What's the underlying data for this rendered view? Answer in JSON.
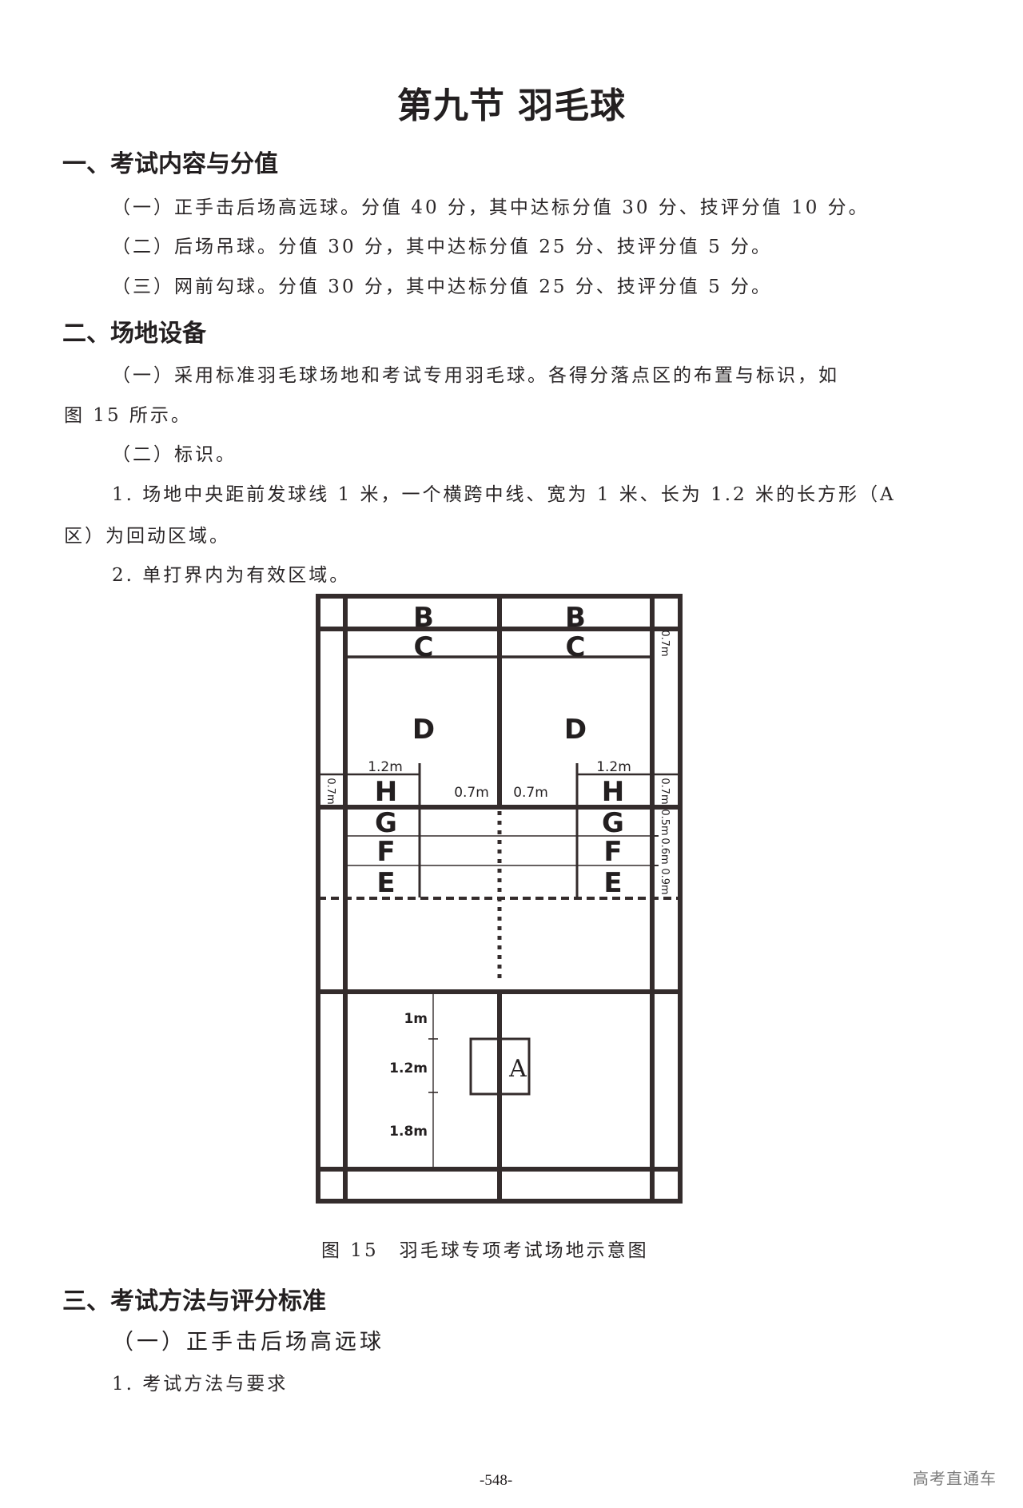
{
  "page": {
    "title": "第九节  羽毛球",
    "page_number": "-548-",
    "watermark": "高考直通车"
  },
  "section1": {
    "heading": "一、考试内容与分值",
    "items": [
      "（一）正手击后场高远球。分值 40 分，其中达标分值 30 分、技评分值 10 分。",
      "（二）后场吊球。分值 30 分，其中达标分值 25 分、技评分值 5 分。",
      "（三）网前勾球。分值 30 分，其中达标分值 25 分、技评分值 5 分。"
    ]
  },
  "section2": {
    "heading": "二、场地设备",
    "para1_line1": "（一）采用标准羽毛球场地和考试专用羽毛球。各得分落点区的布置与标识，如",
    "para1_line2": "图 15 所示。",
    "para2": "（二）标识。",
    "para3_line1": "1. 场地中央距前发球线 1 米，一个横跨中线、宽为 1 米、长为 1.2 米的长方形（A",
    "para3_line2": "区）为回动区域。",
    "para4": "2. 单打界内为有效区域。"
  },
  "figure": {
    "caption": "图 15　羽毛球专项考试场地示意图",
    "zones": {
      "B": "B",
      "C": "C",
      "D": "D",
      "H": "H",
      "G": "G",
      "F": "F",
      "E": "E",
      "A": "A"
    },
    "dimensions": {
      "c_depth": "0.7m",
      "h_width": "1.2m",
      "h_depth": "0.7m",
      "center_gap": "0.7m",
      "g_depth": "0.5m",
      "f_depth": "0.6m",
      "e_depth": "0.9m",
      "a_offset": "1m",
      "a_length": "1.2m",
      "a_back": "1.8m"
    },
    "colors": {
      "line": "#342c2c"
    }
  },
  "section3": {
    "heading": "三、考试方法与评分标准",
    "subheading": "（一）正手击后场高远球",
    "item": "1. 考试方法与要求"
  }
}
